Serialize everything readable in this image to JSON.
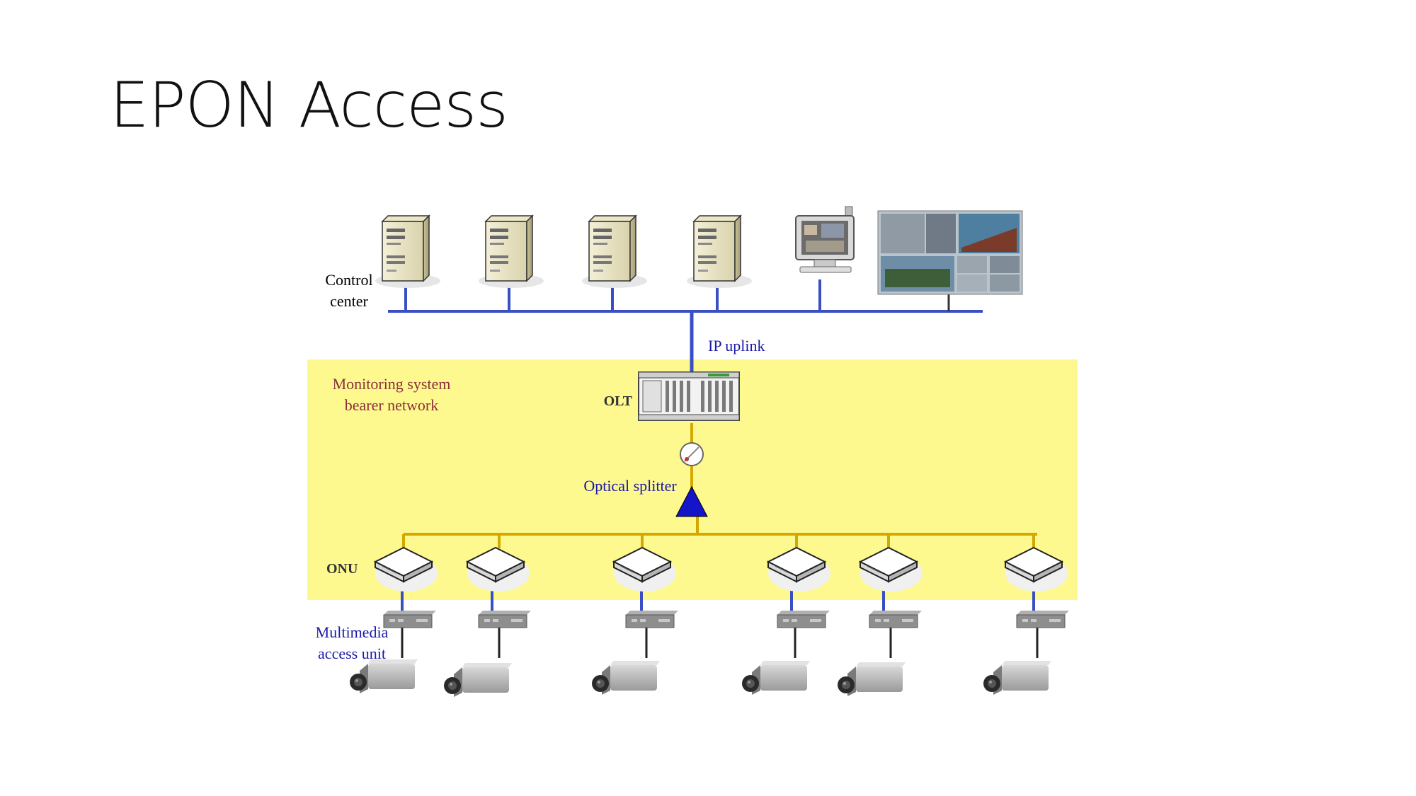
{
  "title": "EPON Access",
  "labels": {
    "control_center_line1": "Control",
    "control_center_line2": "center",
    "ip_uplink": "IP uplink",
    "monitoring_line1": "Monitoring system",
    "monitoring_line2": "bearer network",
    "olt": "OLT",
    "optical_splitter": "Optical splitter",
    "onu": "ONU",
    "mau_line1": "Multimedia",
    "mau_line2": "access unit"
  },
  "colors": {
    "bearer_area": "#fdf98e",
    "ip_link": "#3b4fc4",
    "fiber": "#d4a800",
    "label_blue": "#1a1aa8",
    "label_maroon": "#8a2f3a",
    "splitter": "#1414c8"
  },
  "icons": {
    "servers": [
      "server-icon",
      "server-icon",
      "server-icon",
      "server-icon"
    ],
    "workstation": "monitor-icon",
    "video_wall": "video-wall-icon",
    "olt": "olt-chassis-icon",
    "fiber_coupler": "fiber-coupler-icon",
    "splitter": "splitter-triangle-icon",
    "onu": "onu-device-icon",
    "access_unit": "access-unit-icon",
    "camera": "camera-icon"
  }
}
